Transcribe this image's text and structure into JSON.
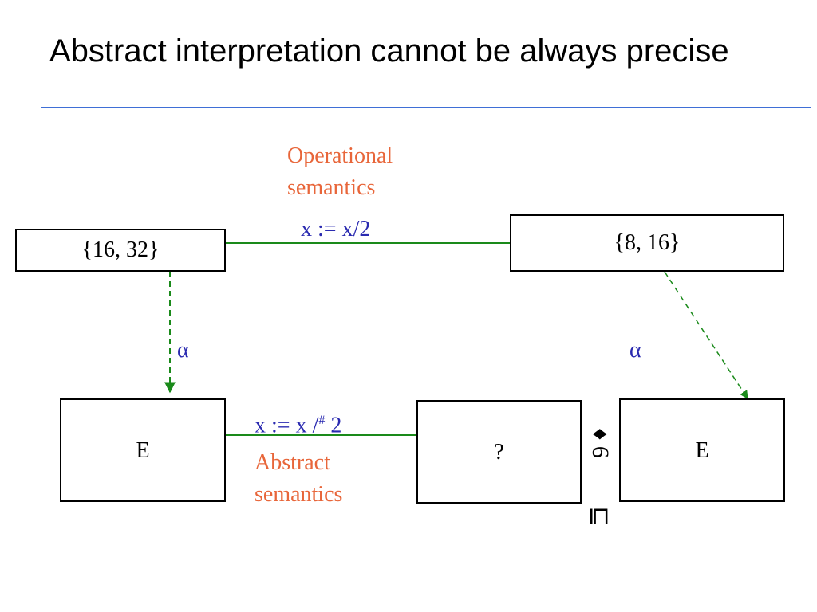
{
  "slide": {
    "title": "Abstract interpretation cannot be always precise"
  },
  "diagram": {
    "concrete_left": "{16, 32}",
    "concrete_right": "{8, 16}",
    "abstract_left": "E",
    "abstract_middle": "?",
    "abstract_right": "E",
    "operational_label_line1": "Operational",
    "operational_label_line2": "semantics",
    "operational_transfer": "x := x/2",
    "abstract_transfer_prefix": "x := x /",
    "abstract_transfer_sup": "#",
    "abstract_transfer_suffix": " 2",
    "abstract_label_line1": "Abstract",
    "abstract_label_line2": "semantics",
    "alpha_left": "α",
    "alpha_right": "α",
    "order_symbol": "⊑",
    "neq_symbol": "♦ 6"
  },
  "colors": {
    "edge_green": "#1a8a1a",
    "label_orange": "#e8663a",
    "label_blue": "#2a2ab0",
    "rule_blue": "#3f6fd6"
  }
}
